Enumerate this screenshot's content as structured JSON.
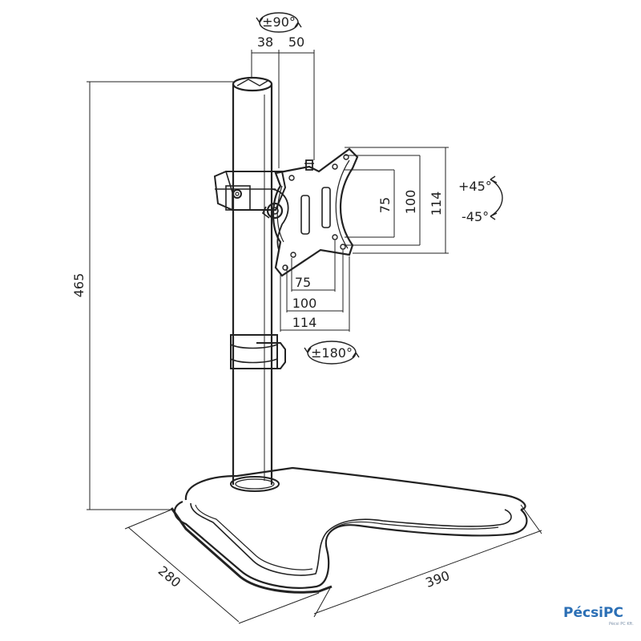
{
  "rotations": {
    "swivel": "±90°",
    "tilt_up": "+45°",
    "tilt_down": "-45°",
    "rotate": "±180°"
  },
  "dimensions": {
    "offset_a": "38",
    "offset_b": "50",
    "height": "465",
    "base_depth": "280",
    "base_width": "390",
    "vesa_h_small": "75",
    "vesa_h_medium": "100",
    "vesa_h_large": "114",
    "vesa_v_small": "75",
    "vesa_v_medium": "100",
    "vesa_v_large": "114"
  },
  "watermark": {
    "brand": "PécsiPC",
    "sub": "Pécsi PC Kft."
  }
}
